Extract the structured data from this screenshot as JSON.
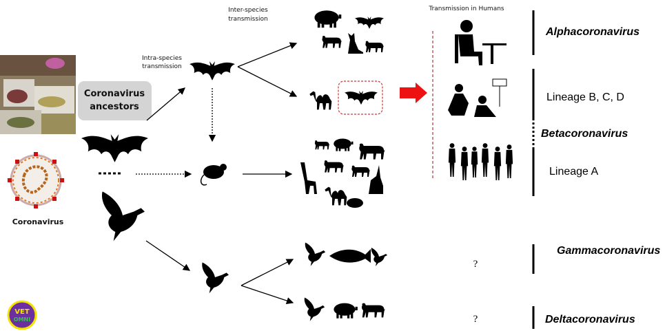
{
  "labels": {
    "intra_species": [
      "Intra-species",
      "transmission"
    ],
    "inter_species": [
      "Inter-species",
      "transmission"
    ],
    "transmission_humans": "Transmission in Humans",
    "ancestors": [
      "Coronavirus",
      "ancestors"
    ],
    "coronavirus": "Coronavirus",
    "unknown_gamma": "?",
    "unknown_delta": "?"
  },
  "genera": {
    "alpha": "Alphacoronavirus",
    "beta": "Betacoronavirus",
    "gamma": "Gammacoronavirus",
    "delta": "Deltacoronavirus"
  },
  "lineages": {
    "bcd": "Lineage B, C, D",
    "a": "Lineage A"
  },
  "logo": {
    "line1": "VET",
    "line2": "OMNI"
  },
  "colors": {
    "accent_red": "#ee1111",
    "ancestor_box": "#d4d4d4",
    "logo_purple": "#6b2fa0",
    "logo_yellow": "#f5e400",
    "logo_green": "#2ecc40"
  }
}
